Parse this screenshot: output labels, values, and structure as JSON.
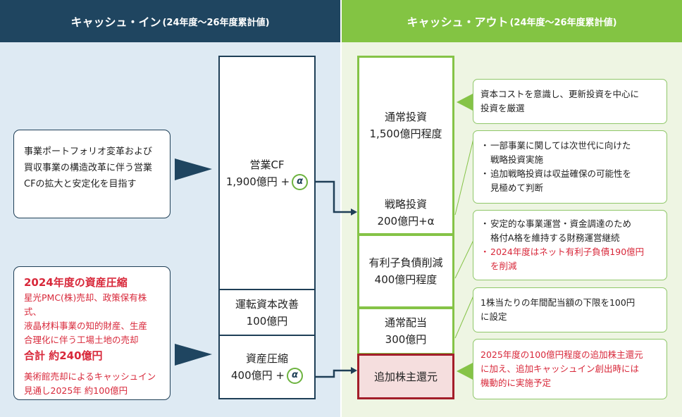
{
  "header": {
    "in_title": "キャッシュ・イン",
    "in_sub": "(24年度〜26年度累計値)",
    "out_title": "キャッシュ・アウト",
    "out_sub": "(24年度〜26年度累計値)"
  },
  "cash_in": {
    "op_cf": {
      "label": "営業CF",
      "value": "1,900億円 +",
      "alpha": "α"
    },
    "working_capital": {
      "label": "運転資本改善",
      "value": "100億円"
    },
    "asset_compression": {
      "label": "資産圧縮",
      "value": "400億円 +",
      "alpha": "α"
    }
  },
  "cash_out": {
    "normal_investment": {
      "label": "通常投資",
      "value": "1,500億円程度"
    },
    "strategic_investment": {
      "label": "戦略投資",
      "value": "200億円+α"
    },
    "debt_reduction": {
      "label": "有利子負債削減",
      "value": "400億円程度"
    },
    "dividend": {
      "label": "通常配当",
      "value": "300億円"
    },
    "additional_return": {
      "label": "追加株主還元"
    }
  },
  "left_notes": {
    "note1": {
      "lines": [
        "事業ポートフォリオ変革および",
        "買収事業の構造改革に伴う営業",
        "CFの拡大と安定化を目指す"
      ]
    },
    "note2": {
      "title": "2024年度の資産圧縮",
      "lines": [
        "星光PMC(株)売却、政策保有株式、",
        "液晶材料事業の知的財産、生産",
        "合理化に伴う工場土地の売却"
      ],
      "total": "合計 約240億円",
      "extra": [
        "美術館売却によるキャッシュイン",
        "見通し2025年 約100億円"
      ]
    }
  },
  "right_notes": {
    "n1": {
      "lines": [
        "資本コストを意識し、更新投資を中心に",
        "投資を厳選"
      ]
    },
    "n2": {
      "bullet": "・",
      "items": [
        {
          "lines": [
            "一部事業に関しては次世代に向けた",
            "戦略投資実施"
          ]
        },
        {
          "lines": [
            "追加戦略投資は収益確保の可能性を",
            "見極めて判断"
          ]
        }
      ]
    },
    "n3": {
      "bullet": "・",
      "items": [
        {
          "lines": [
            "安定的な事業運営・資金調達のため",
            "格付A格を維持する財務運営継続"
          ]
        },
        {
          "lines": [
            "2024年度はネット有利子負債190億円",
            "を削減"
          ]
        }
      ]
    },
    "n4": {
      "lines": [
        "1株当たりの年間配当額の下限を100円",
        "に設定"
      ]
    },
    "n5": {
      "lines": [
        "2025年度の100億円程度の追加株主還元",
        "に加え、追加キャッシュイン創出時には",
        "機動的に実施予定"
      ]
    }
  },
  "colors": {
    "navy": "#1f3f57",
    "green": "#85c347",
    "light_blue_bg": "#deeaf3",
    "light_green_bg": "#eef5e3",
    "red": "#d8283a",
    "dark_red_border": "#a31e2a",
    "red_fill": "#f5dede"
  }
}
